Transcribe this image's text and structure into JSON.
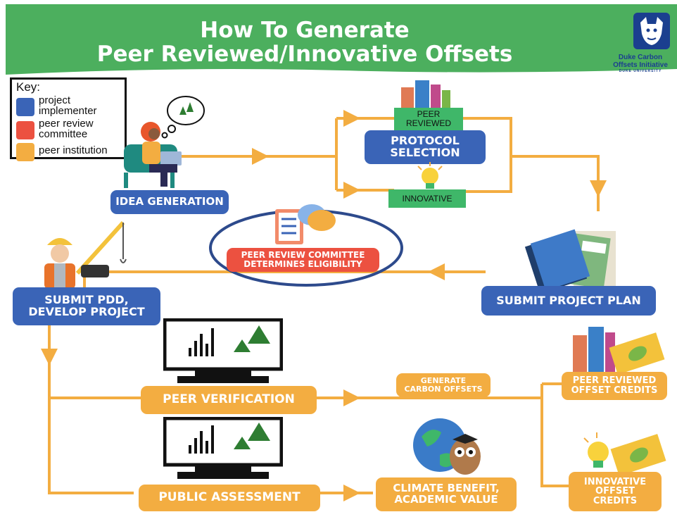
{
  "header": {
    "title_line1": "How To Generate",
    "title_line2": "Peer Reviewed/Innovative Offsets",
    "logo_text_line1": "Duke Carbon",
    "logo_text_line2": "Offsets Initiative",
    "logo_text_line3": "DUKE UNIVERSITY",
    "colors": {
      "banner": "#4caf5e",
      "logo": "#1b3f8f"
    }
  },
  "key": {
    "title": "Key:",
    "items": [
      {
        "label": "project\nimplementer",
        "color": "#3a64b7"
      },
      {
        "label": "peer review\ncommittee",
        "color": "#ec5140"
      },
      {
        "label": "peer institution",
        "color": "#f3ad41"
      }
    ]
  },
  "steps": {
    "idea_generation": "IDEA GENERATION",
    "protocol_selection": "PROTOCOL\nSELECTION",
    "peer_reviewed_tag": "PEER\nREVIEWED",
    "innovative_tag": "INNOVATIVE",
    "committee": "PEER REVIEW COMMITTEE\nDETERMINES ELIGIBILITY",
    "submit_plan": "SUBMIT PROJECT PLAN",
    "submit_pdd": "SUBMIT PDD,\nDEVELOP PROJECT",
    "peer_verification": "PEER VERIFICATION",
    "generate_offsets": "GENERATE\nCARBON OFFSETS",
    "peer_reviewed_credits": "PEER REVIEWED\nOFFSET CREDITS",
    "public_assessment": "PUBLIC ASSESSMENT",
    "climate_benefit": "CLIMATE BENEFIT,\nACADEMIC VALUE",
    "innovative_credits": "INNOVATIVE\nOFFSET\nCREDITS"
  },
  "colors": {
    "project_implementer": "#3a64b7",
    "peer_review_committee": "#ec5140",
    "peer_institution": "#f3ad41",
    "connector": "#f3ad41",
    "committee_ellipse": "#2d4a8c"
  }
}
